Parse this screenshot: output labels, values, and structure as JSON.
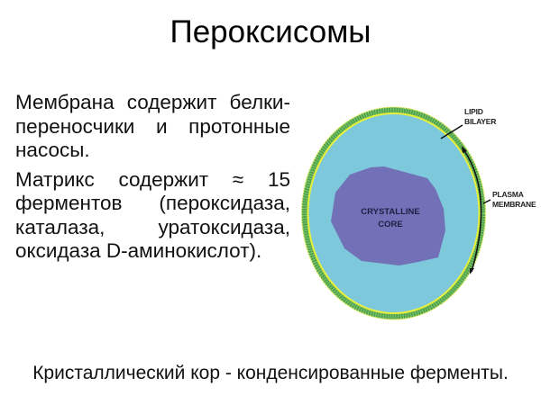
{
  "slide": {
    "title": "Пероксисомы",
    "paragraphs": [
      {
        "lines": [
          "Мембрана содержит",
          "белки-переносчики и",
          "протонные насосы."
        ],
        "text": "Мембрана содержит белки-переносчики и протонные насосы."
      },
      {
        "lines": [
          "Матрикс содержит ≈ 15",
          "ферментов",
          "(пероксидаза, каталаза,",
          "уратоксидаза, оксидаза",
          "D-аминокислот)."
        ],
        "text": "Матрикс содержит ≈ 15 ферментов (пероксидаза, каталаза, уратоксидаза, оксидаза D-аминокислот)."
      }
    ],
    "caption": "Кристаллический кор - конденсированные ферменты."
  },
  "diagram": {
    "labels": {
      "lipid_bilayer_line1": "LIPID",
      "lipid_bilayer_line2": "BILAYER",
      "plasma_membrane_line1": "PLASMA",
      "plasma_membrane_line2": "MEMBRANE",
      "core_line1": "CRYSTALLINE",
      "core_line2": "CORE"
    },
    "colors": {
      "membrane_outer": "#e6ef3a",
      "membrane_inner": "#4a9a4a",
      "matrix": "#7ec8dc",
      "core": "#7070b4",
      "label": "#222222"
    }
  }
}
